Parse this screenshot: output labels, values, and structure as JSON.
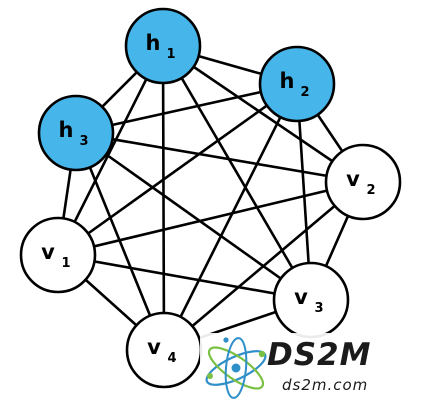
{
  "graph": {
    "nodes": [
      {
        "id": "h1",
        "letter": "h",
        "sub": "1",
        "kind": "hidden"
      },
      {
        "id": "h2",
        "letter": "h",
        "sub": "2",
        "kind": "hidden"
      },
      {
        "id": "h3",
        "letter": "h",
        "sub": "3",
        "kind": "hidden"
      },
      {
        "id": "v1",
        "letter": "v",
        "sub": "1",
        "kind": "visible"
      },
      {
        "id": "v2",
        "letter": "v",
        "sub": "2",
        "kind": "visible"
      },
      {
        "id": "v3",
        "letter": "v",
        "sub": "3",
        "kind": "visible"
      },
      {
        "id": "v4",
        "letter": "v",
        "sub": "4",
        "kind": "visible"
      }
    ],
    "edges": [
      [
        "h1",
        "h2"
      ],
      [
        "h1",
        "h3"
      ],
      [
        "h1",
        "v1"
      ],
      [
        "h1",
        "v2"
      ],
      [
        "h1",
        "v3"
      ],
      [
        "h1",
        "v4"
      ],
      [
        "h2",
        "h3"
      ],
      [
        "h2",
        "v1"
      ],
      [
        "h2",
        "v2"
      ],
      [
        "h2",
        "v3"
      ],
      [
        "h2",
        "v4"
      ],
      [
        "h3",
        "v1"
      ],
      [
        "h3",
        "v2"
      ],
      [
        "h3",
        "v3"
      ],
      [
        "h3",
        "v4"
      ],
      [
        "v1",
        "v2"
      ],
      [
        "v1",
        "v3"
      ],
      [
        "v1",
        "v4"
      ],
      [
        "v2",
        "v3"
      ],
      [
        "v2",
        "v4"
      ],
      [
        "v3",
        "v4"
      ]
    ],
    "colors": {
      "hidden": "#46b6ea",
      "visible": "#ffffff",
      "edge": "#000000"
    }
  },
  "watermark": {
    "title": "DS2M",
    "url": "ds2m.com",
    "icon": "atom-logo-icon",
    "colors": {
      "orbit_blue": "#2f8fc9",
      "orbit_green": "#7ac143",
      "text": "#1b1b1b"
    }
  }
}
